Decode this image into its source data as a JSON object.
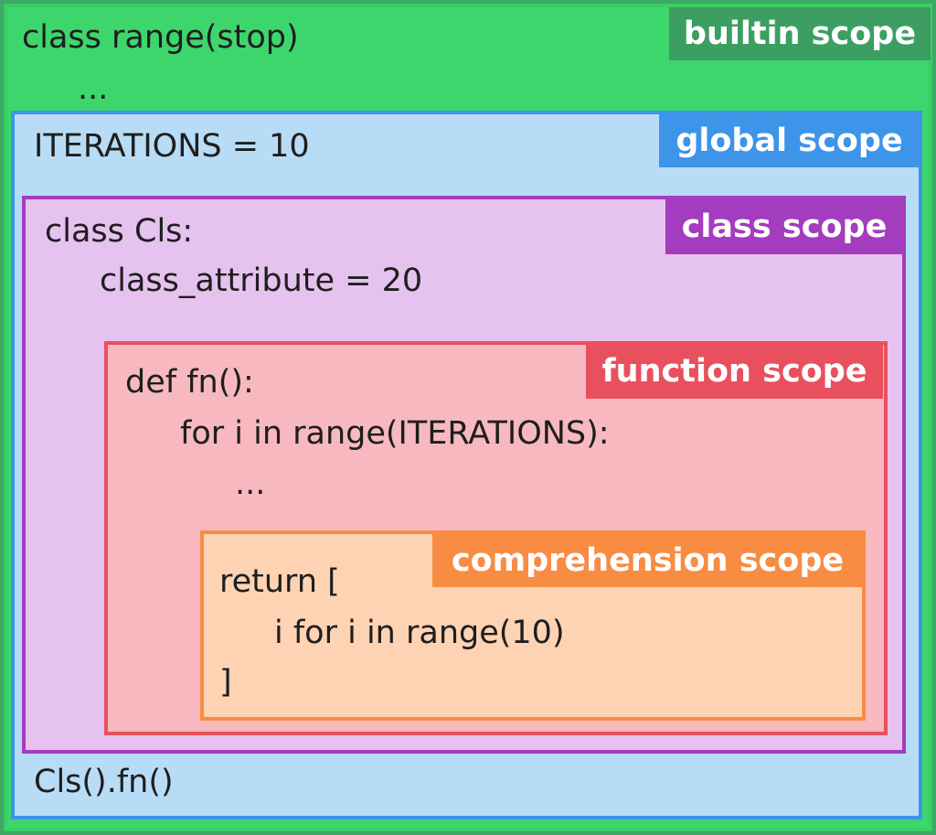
{
  "colors": {
    "builtin": "#3dd66d",
    "builtin_label_bg": "#3d9e62",
    "global": "#b9dcf6",
    "global_border": "#3d94e8",
    "class": "#e6c2ee",
    "class_border": "#a33cbe",
    "function": "#f7b9bf",
    "function_border": "#e9505e",
    "comprehension": "#fdd3b4",
    "comprehension_border": "#f88c42"
  },
  "scopes": {
    "builtin": {
      "label": "builtin scope",
      "lines": [
        "class range(stop)",
        "..."
      ]
    },
    "global": {
      "label": "global scope",
      "lines": [
        "ITERATIONS = 10",
        "Cls().fn()"
      ]
    },
    "class": {
      "label": "class scope",
      "lines": [
        "class Cls:",
        "class_attribute = 20"
      ]
    },
    "function": {
      "label": "function scope",
      "lines": [
        "def fn():",
        "for i in range(ITERATIONS):",
        "..."
      ]
    },
    "comprehension": {
      "label": "comprehension scope",
      "lines": [
        "return [",
        "i for i in range(10)",
        "]"
      ]
    }
  }
}
